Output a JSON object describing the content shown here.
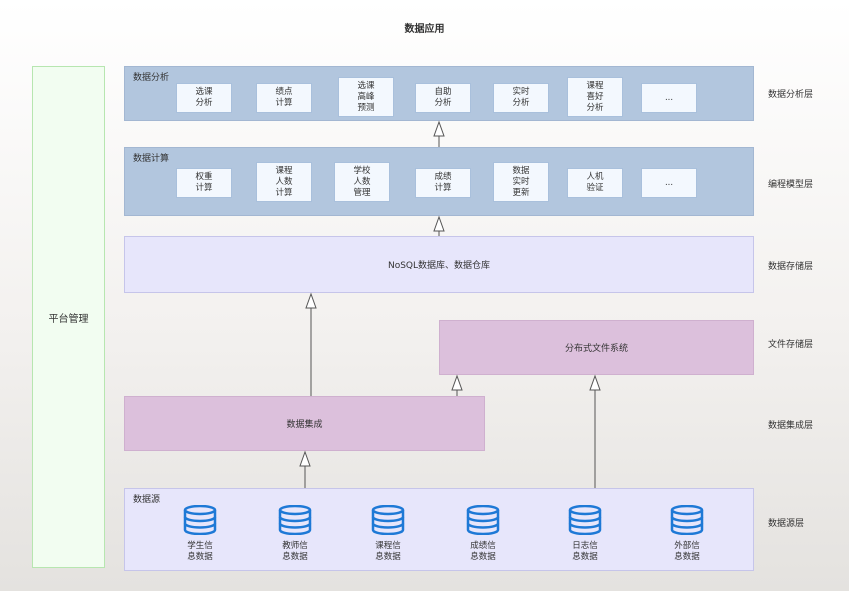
{
  "title": "数据应用",
  "platform_label": "平台管理",
  "layers": {
    "analysis": {
      "title": "数据分析",
      "right_label": "数据分析层",
      "boxes": [
        "选课\n分析",
        "绩点\n计算",
        "选课\n高峰\n预测",
        "自助\n分析",
        "实时\n分析",
        "课程\n喜好\n分析",
        "..."
      ]
    },
    "compute": {
      "title": "数据计算",
      "right_label": "编程模型层",
      "boxes": [
        "权重\n计算",
        "课程\n人数\n计算",
        "学校\n人数\n管理",
        "成绩\n计算",
        "数据\n实时\n更新",
        "人机\n验证",
        "..."
      ]
    },
    "storage": {
      "text": "NoSQL数据库、数据仓库",
      "right_label": "数据存储层"
    },
    "filestore": {
      "text": "分布式文件系统",
      "right_label": "文件存储层"
    },
    "integration": {
      "text": "数据集成",
      "right_label": "数据集成层"
    },
    "sources": {
      "title": "数据源",
      "right_label": "数据源层",
      "items": [
        "学生信\n息数据",
        "教师信\n息数据",
        "课程信\n息数据",
        "成绩信\n息数据",
        "日志信\n息数据",
        "外部信\n息数据"
      ]
    }
  },
  "colors": {
    "analysis_fill": "#b2c6de",
    "storage_fill": "#e7e6fb",
    "pink_fill": "#dcc0dc",
    "platform_fill": "#f2fdf1",
    "db_icon": "#1e79d6"
  }
}
